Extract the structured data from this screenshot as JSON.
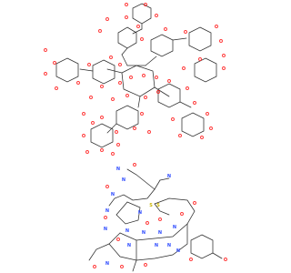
{
  "image": {
    "background": "#ffffff",
    "bond_color": "#2b2b2b"
  },
  "colors": {
    "O": "#ff1f1f",
    "N": "#2f4cff",
    "S": "#c9b400",
    "C": "#2b2b2b"
  },
  "molecules": {
    "tannic_acid_like": {
      "atom_labels": [
        "O",
        "O",
        "O",
        "O",
        "O",
        "O",
        "O",
        "O",
        "O",
        "O",
        "O",
        "O",
        "O",
        "O",
        "O",
        "O",
        "O",
        "O",
        "O",
        "O",
        "O",
        "O",
        "O",
        "O",
        "O",
        "O",
        "O",
        "O",
        "O",
        "O",
        "O",
        "O",
        "O",
        "O",
        "O",
        "O",
        "O",
        "O",
        "O",
        "O",
        "O",
        "O",
        "O",
        "O",
        "O",
        "O",
        "O",
        "O",
        "O",
        "O",
        "O",
        "O",
        "O",
        "O",
        "O",
        "O",
        "O",
        "O",
        "O",
        "O",
        "O",
        "O",
        "O",
        "O",
        "O",
        "O"
      ]
    },
    "cyclic_peptide": {
      "atom_labels": [
        "N",
        "N",
        "N",
        "N",
        "N",
        "N",
        "N",
        "N",
        "N",
        "N",
        "N",
        "N",
        "N",
        "N",
        "N",
        "N",
        "O",
        "O",
        "O",
        "O",
        "O",
        "O",
        "O",
        "O",
        "O",
        "O",
        "O",
        "O",
        "O",
        "S",
        "S"
      ]
    }
  }
}
